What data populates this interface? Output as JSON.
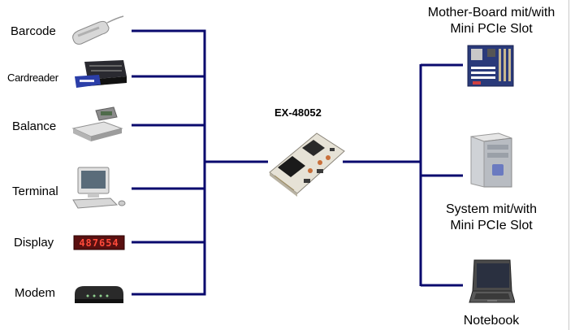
{
  "center": {
    "label": "EX-48052",
    "icon": "pcie-card-icon"
  },
  "left_devices": [
    {
      "label": "Barcode",
      "icon": "barcode-scanner-icon"
    },
    {
      "label": "Cardreader",
      "icon": "card-reader-icon"
    },
    {
      "label": "Balance",
      "icon": "scale-icon"
    },
    {
      "label": "Terminal",
      "icon": "terminal-icon"
    },
    {
      "label": "Display",
      "icon": "led-display-icon"
    },
    {
      "label": "Modem",
      "icon": "modem-icon"
    }
  ],
  "right_devices": [
    {
      "label_line1": "Mother-Board mit/with",
      "label_line2": "Mini PCIe Slot",
      "icon": "motherboard-icon"
    },
    {
      "label_line1": "System mit/with",
      "label_line2": "Mini PCIe Slot",
      "icon": "pc-tower-icon"
    },
    {
      "label_line1": "Notebook",
      "label_line2": "",
      "icon": "notebook-icon"
    }
  ],
  "led_display_text": "487654",
  "colors": {
    "wire": "#0a0a6e"
  }
}
